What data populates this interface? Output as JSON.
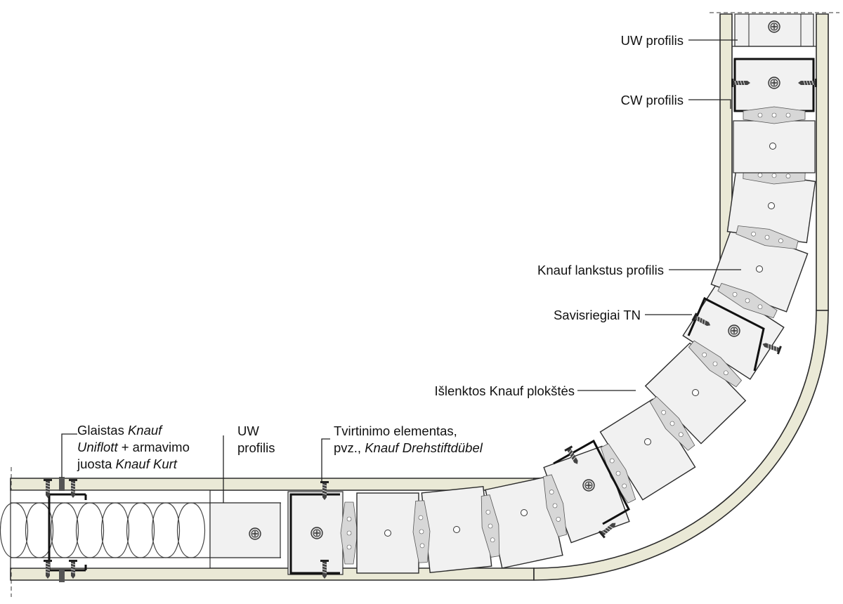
{
  "labels": {
    "uw_profile_top": "UW profilis",
    "cw_profile": "CW profilis",
    "flexible_profile": "Knauf lankstus profilis",
    "screws": "Savisriegiai TN",
    "bent_boards": "Išlenktos Knauf plokštės",
    "filler": {
      "line1_plain": "Glaistas ",
      "line1_italic": "Knauf",
      "line2_italic": "Uniflott",
      "line2_plain": " + armavimo",
      "line3_plain": "juosta ",
      "line3_italic": "Knauf Kurt"
    },
    "uw_profile_bottom": {
      "line1": "UW",
      "line2": "profilis"
    },
    "fastener": {
      "line1": "Tvirtinimo elementas,",
      "line2_plain": "pvz., ",
      "line2_italic": "Knauf Drehstiftdübel"
    }
  },
  "colors": {
    "board": "#eae9d6",
    "profile_fill": "#f1f1f1",
    "outline": "#2b2b2b"
  }
}
